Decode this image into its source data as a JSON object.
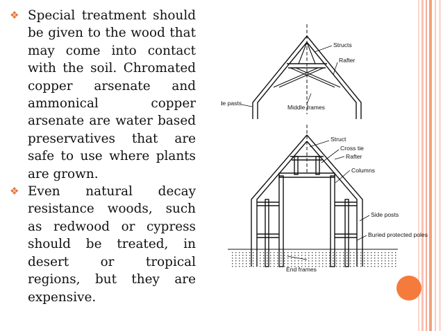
{
  "bullets": [
    {
      "marker_icon": "orange-diamond-bullet",
      "text": "Special treatment should be given to the wood that may come into contact with the soil. Chromated copper arsenate and ammonical copper arsenate are water based preservatives that are safe to use where plants are grown."
    },
    {
      "marker_icon": "orange-diamond-bullet",
      "text": "Even natural decay resistance woods, such as redwood or cypress should be treated, in desert or tropical regions, but they are expensive."
    }
  ],
  "figure": {
    "middle_frame_labels": {
      "structs": "Structs",
      "rafter": "Rafter",
      "side_posts": "Side pasts",
      "middle_frames": "Middle frames"
    },
    "end_frame_labels": {
      "struct": "Struct",
      "cross_tie": "Cross tie",
      "rafter": "Rafter",
      "columns": "Columns",
      "side_posts": "Side posts",
      "buried_poles": "Buried protected poles",
      "end_frames": "End frames"
    }
  },
  "colors": {
    "accent": "#f47b3c",
    "stripe_pink": "#f9c9c0",
    "stripe_orange": "#f4a07a"
  }
}
